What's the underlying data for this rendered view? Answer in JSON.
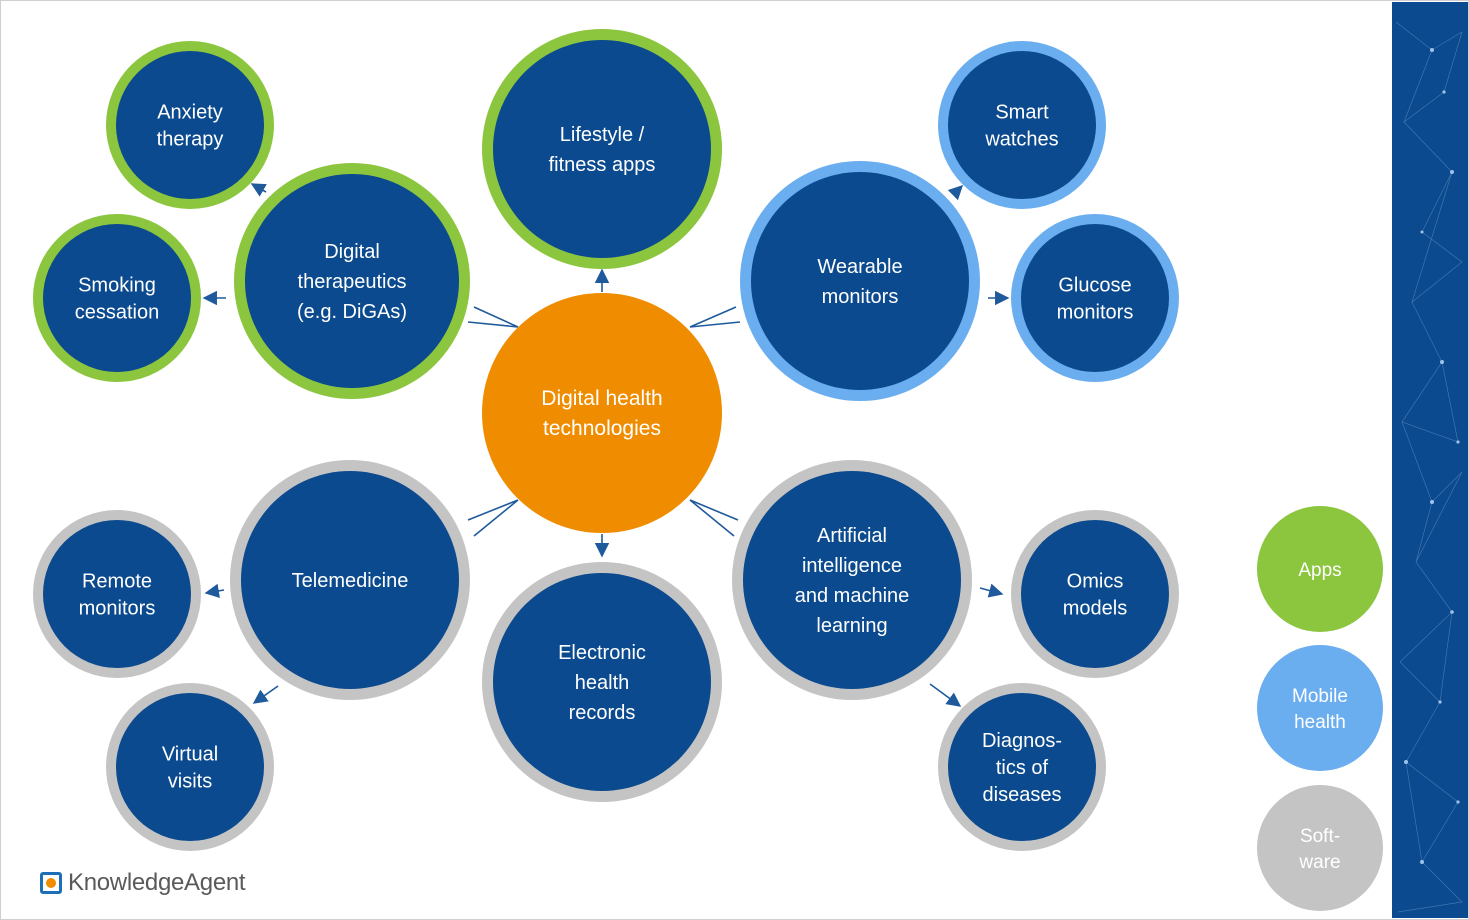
{
  "colors": {
    "node_fill": "#0b4a8e",
    "center_fill": "#f08c00",
    "apps_ring": "#8cc63f",
    "mobile_ring": "#6aaef0",
    "software_ring": "#c4c4c4",
    "connector": "#1f5a9c",
    "side_panel": "#0b4a8e"
  },
  "center": {
    "lines": [
      "Digital health",
      "technologies"
    ]
  },
  "nodes": {
    "digital_therapeutics": {
      "lines": [
        "Digital",
        "therapeutics",
        "(e.g. DiGAs)"
      ],
      "category": "apps"
    },
    "anxiety_therapy": {
      "lines": [
        "Anxiety",
        "therapy"
      ],
      "category": "apps"
    },
    "smoking_cessation": {
      "lines": [
        "Smoking",
        "cessation"
      ],
      "category": "apps"
    },
    "lifestyle_apps": {
      "lines": [
        "Lifestyle /",
        "fitness apps"
      ],
      "category": "apps"
    },
    "wearable_monitors": {
      "lines": [
        "Wearable",
        "monitors"
      ],
      "category": "mobile_health"
    },
    "smart_watches": {
      "lines": [
        "Smart",
        "watches"
      ],
      "category": "mobile_health"
    },
    "glucose_monitors": {
      "lines": [
        "Glucose",
        "monitors"
      ],
      "category": "mobile_health"
    },
    "telemedicine": {
      "lines": [
        "Telemedicine"
      ],
      "category": "software"
    },
    "remote_monitors": {
      "lines": [
        "Remote",
        "monitors"
      ],
      "category": "software"
    },
    "virtual_visits": {
      "lines": [
        "Virtual",
        "visits"
      ],
      "category": "software"
    },
    "electronic_health_records": {
      "lines": [
        "Electronic",
        "health",
        "records"
      ],
      "category": "software"
    },
    "ai_ml": {
      "lines": [
        "Artificial",
        "intelligence",
        "and machine",
        "learning"
      ],
      "category": "software"
    },
    "omics_models": {
      "lines": [
        "Omics",
        "models"
      ],
      "category": "software"
    },
    "diagnostics": {
      "lines": [
        "Diagnos-",
        "tics of",
        "diseases"
      ],
      "category": "software"
    }
  },
  "legend": {
    "apps": {
      "lines": [
        "Apps"
      ]
    },
    "mobile_health": {
      "lines": [
        "Mobile",
        "health"
      ]
    },
    "software": {
      "lines": [
        "Soft-",
        "ware"
      ]
    }
  },
  "logo": {
    "text": "KnowledgeAgent",
    "icon": "knowledgeagent-logo-icon"
  }
}
